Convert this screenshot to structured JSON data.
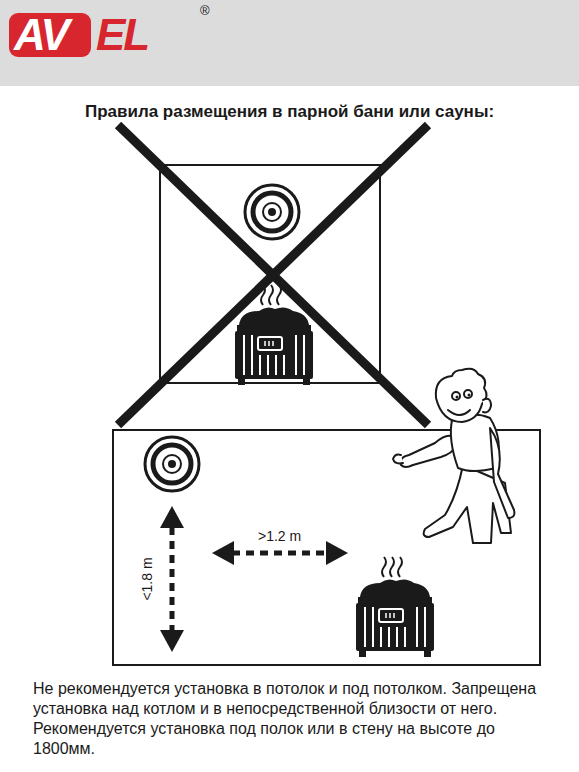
{
  "diagram": {
    "title": "Правила размещения в парной бани или сауны:",
    "caption": "Не рекомендуется установка в потолок и под потолком. Запрещена установка над котлом и в непосредственной близости от него. Рекомендуется установка под полок или в стену на высоте до 1800мм.",
    "labels": [
      "AV",
      "EL",
      "®",
      ">1.2 m",
      "<1.8 m"
    ]
  }
}
